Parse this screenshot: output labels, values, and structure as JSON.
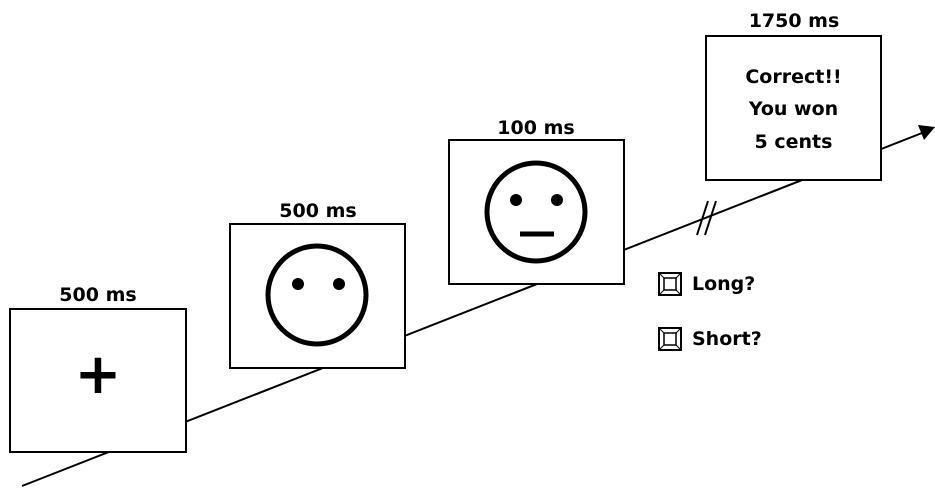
{
  "frames": [
    {
      "duration": "500 ms",
      "content": "+",
      "icon": "fixation-cross"
    },
    {
      "duration": "500 ms",
      "icon": "face-no-mouth"
    },
    {
      "duration": "100 ms",
      "icon": "face-neutral-mouth"
    },
    {
      "duration": "1750 ms",
      "feedback_lines": [
        "Correct!!",
        "You won",
        "5 cents"
      ]
    }
  ],
  "response_options": [
    {
      "label": "Long?"
    },
    {
      "label": "Short?"
    }
  ],
  "colors": {
    "stroke": "#000000",
    "background": "#ffffff"
  }
}
